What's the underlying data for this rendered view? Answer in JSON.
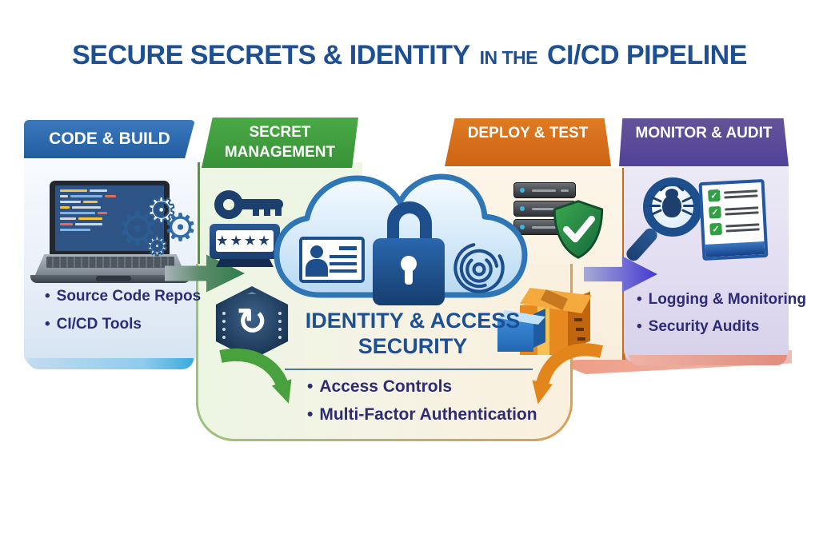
{
  "title": {
    "lead": "SECURE SECRETS & IDENTITY",
    "small": "IN THE",
    "tail": "CI/CD PIPELINE"
  },
  "columns": [
    {
      "header": "CODE & BUILD",
      "bullets": [
        "Source Code Repos",
        "CI/CD Tools"
      ]
    },
    {
      "header": "SECRET MANAGEMENT",
      "password_mask": "★★★★"
    },
    {
      "header": "DEPLOY & TEST"
    },
    {
      "header": "MONITOR & AUDIT",
      "bullets": [
        "Logging & Monitoring",
        "Security Audits"
      ]
    }
  ],
  "center": {
    "heading": "IDENTITY & ACCESS SECURITY",
    "bullets": [
      "Access Controls",
      "Multi-Factor Authentication"
    ]
  },
  "ui": {
    "bullet_char": "•",
    "gear_glyph": "⚙",
    "refresh_glyph": "↻",
    "check_glyph": "✓"
  },
  "colors": {
    "title_blue": "#1d4f93",
    "header_blue": "#2a67ad",
    "header_green": "#41a03c",
    "header_orange": "#d9701d",
    "header_purple": "#5a4a9c",
    "bullet_navy": "#2d2c74",
    "cloud_stroke": "#2e76b6",
    "arrow_green": "#49a13e",
    "arrow_orange": "#e2861c",
    "arrow_blue": "#4338d2"
  }
}
